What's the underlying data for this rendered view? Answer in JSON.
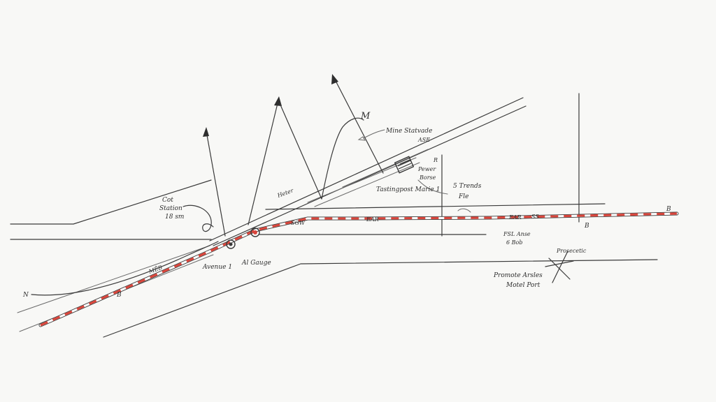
{
  "colors": {
    "paper": "#f8f8f6",
    "ink": "#3a3a3a",
    "track_red": "#d9463c"
  },
  "labels": {
    "cot_line1": "Cot",
    "cot_line2": "Station",
    "cot_line3": "18 sm",
    "n_left": "N",
    "b_left": "B",
    "ms_track": "MĒB",
    "avenue": "Avenue 1",
    "al_gauge": "Al Gauge",
    "sgw": "SGW",
    "heter": "Heter",
    "mine_station": "Mine Statvade",
    "ase": "ASE",
    "m_top": "M",
    "tastingpost_marie": "Tastingpost Marie 1",
    "pewer": "Pewer",
    "borse": "Borse",
    "r_mark": "R",
    "five_trends": "5 Trends",
    "fle": "Fle",
    "ear_mid": "EAR",
    "ear_right": "EAR",
    "ss": "SS",
    "b_right_top": "B",
    "b_right_lower": "B",
    "fsl_line1": "FSL Anse",
    "fsl_line2": "6 Bob",
    "prosecetic": "Prosecetic",
    "promote_line1": "Promote Arsles",
    "promote_line2": "Motel Port"
  }
}
